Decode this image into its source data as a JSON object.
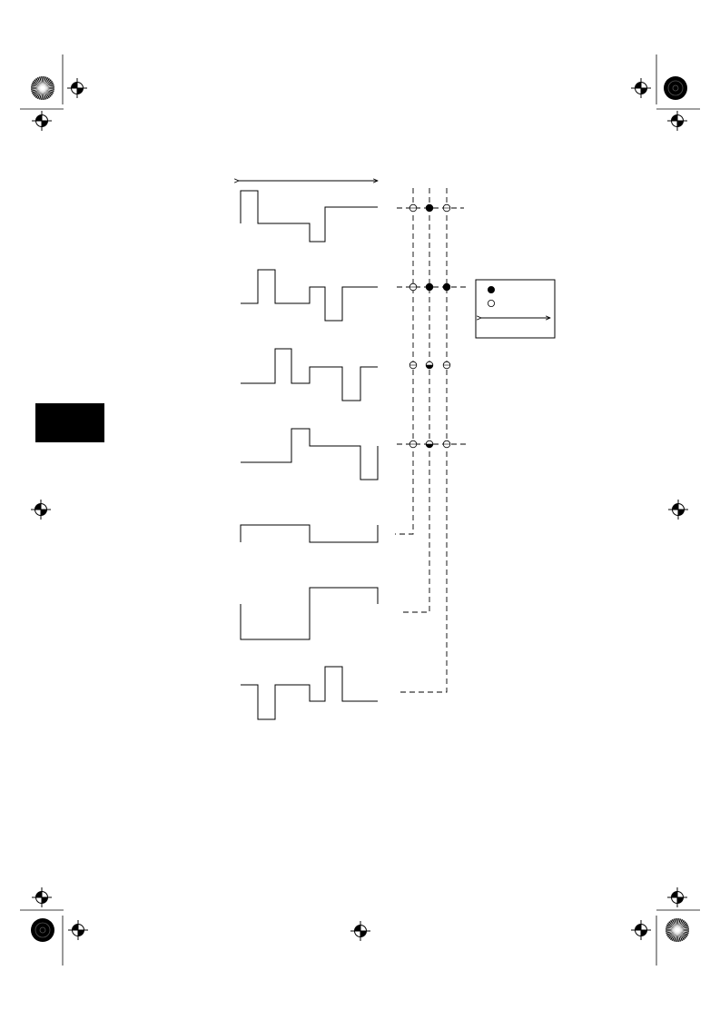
{
  "page": {
    "background": "#ffffff",
    "ink": "#000000",
    "side_tab_color": "#000000"
  },
  "diagram": {
    "waveform_count": 7,
    "channel_columns": 3,
    "state_rows": [
      [
        "open",
        "filled",
        "open"
      ],
      [
        "open",
        "filled",
        "filled"
      ],
      [
        "open",
        "half",
        "open"
      ],
      [
        "open",
        "half",
        "open"
      ]
    ],
    "legend_symbols": [
      "filled",
      "open"
    ],
    "icons": {
      "registration": "registration-mark-icon",
      "starburst": "starburst-target-icon",
      "solid_target": "solid-target-icon"
    }
  }
}
